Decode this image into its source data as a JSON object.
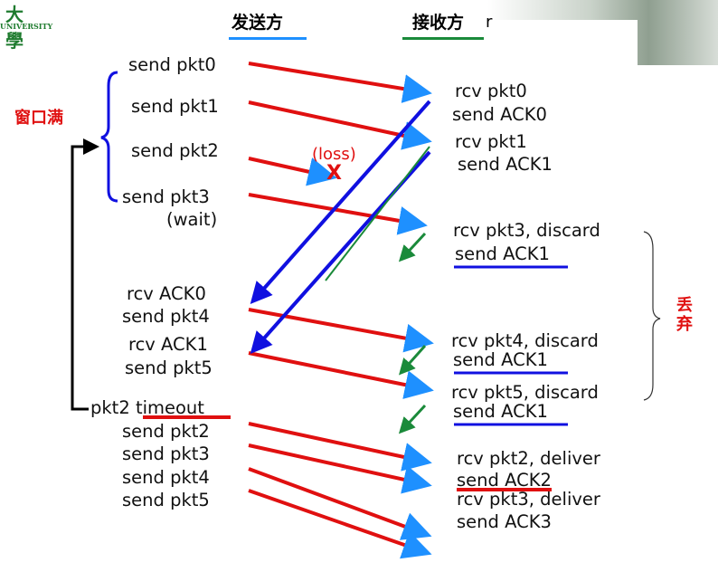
{
  "logo": {
    "cn": "大 學",
    "en": "UNIVERSITY"
  },
  "header": {
    "sender": "发送方",
    "receiver": "接收方",
    "receiver_suffix": "r"
  },
  "labels": {
    "window_full": "窗口满",
    "discard": "丢\n弃"
  },
  "sender": {
    "send_pkt0": "send pkt0",
    "send_pkt1": "send pkt1",
    "send_pkt2": "send pkt2",
    "send_pkt3": "send pkt3",
    "wait": "(wait)",
    "rcv_ack0": "rcv ACK0",
    "send_pkt4": "send pkt4",
    "rcv_ack1": "rcv ACK1",
    "send_pkt5": "send pkt5",
    "pkt2_prefix": "pkt2",
    "timeout": "timeout",
    "resend_pkt2": "send pkt2",
    "resend_pkt3": "send pkt3",
    "resend_pkt4": "send pkt4",
    "resend_pkt5": "send pkt5"
  },
  "loss": {
    "label": "(loss)",
    "mark": "X"
  },
  "receiver": {
    "rcv_pkt0": "rcv pkt0",
    "send_ack0": "send ACK0",
    "rcv_pkt1": "rcv pkt1",
    "send_ack1_a": "send ACK1",
    "rcv_pkt3_discard": "rcv pkt3, discard",
    "send_ack1_b": "send ACK1",
    "rcv_pkt4_discard": "rcv pkt4, discard",
    "send_ack1_c": "send ACK1",
    "rcv_pkt5_discard": "rcv pkt5, discard",
    "send_ack1_d": "send ACK1",
    "rcv_pkt2_deliver": "rcv pkt2, deliver",
    "send_ack2": "send ACK2",
    "rcv_pkt3_deliver": "rcv pkt3, deliver",
    "send_ack3": "send ACK3"
  },
  "colors": {
    "red": "#e01010",
    "blue": "#1010e0",
    "green": "#1a8a3a",
    "cyan": "#1e90ff",
    "black": "#000000"
  }
}
